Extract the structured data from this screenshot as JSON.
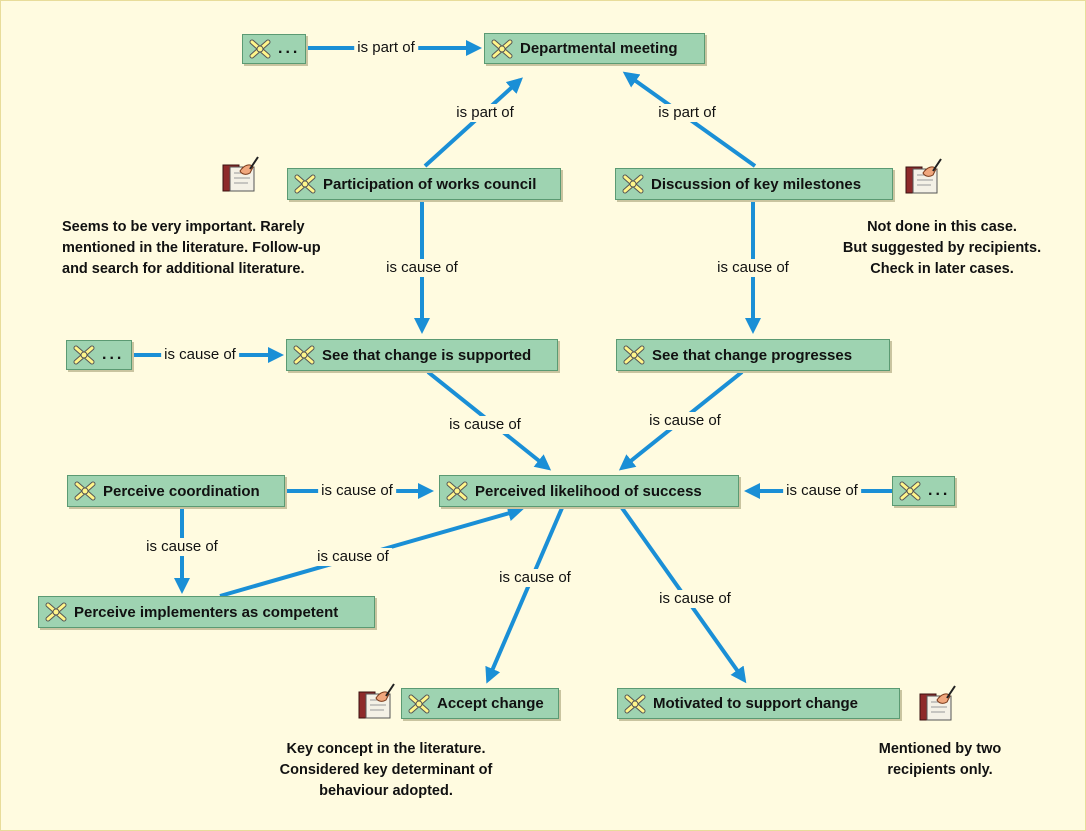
{
  "nodes": {
    "departmental_meeting": "Departmental meeting",
    "participation_works_council": "Participation of works council",
    "discussion_key_milestones": "Discussion of key milestones",
    "see_change_supported": "See that change is supported",
    "see_change_progresses": "See that change progresses",
    "perceive_coordination": "Perceive coordination",
    "perceived_likelihood_success": "Perceived likelihood of success",
    "perceive_implementers_competent": "Perceive implementers as competent",
    "accept_change": "Accept change",
    "motivated_support_change": "Motivated to support change",
    "ellipsis": "..."
  },
  "edge_labels": {
    "is_part_of": "is part of",
    "is_cause_of": "is cause of"
  },
  "memos": {
    "works_council": [
      "Seems to be very important. Rarely",
      "mentioned in the literature. Follow-up",
      "and search for additional literature."
    ],
    "milestones": [
      "Not done in this case.",
      "But suggested by recipients.",
      "Check in later cases."
    ],
    "accept_change": [
      "Key concept in the literature.",
      "Considered key determinant of",
      "behaviour adopted."
    ],
    "motivated": [
      "Mentioned by two",
      "recipients only."
    ]
  },
  "colors": {
    "background": "#fffbe0",
    "node_fill": "#9ed3b1",
    "arrow": "#1a8fd6"
  },
  "icons": {
    "node": "code-star-icon",
    "memo": "memo-notebook-icon"
  }
}
